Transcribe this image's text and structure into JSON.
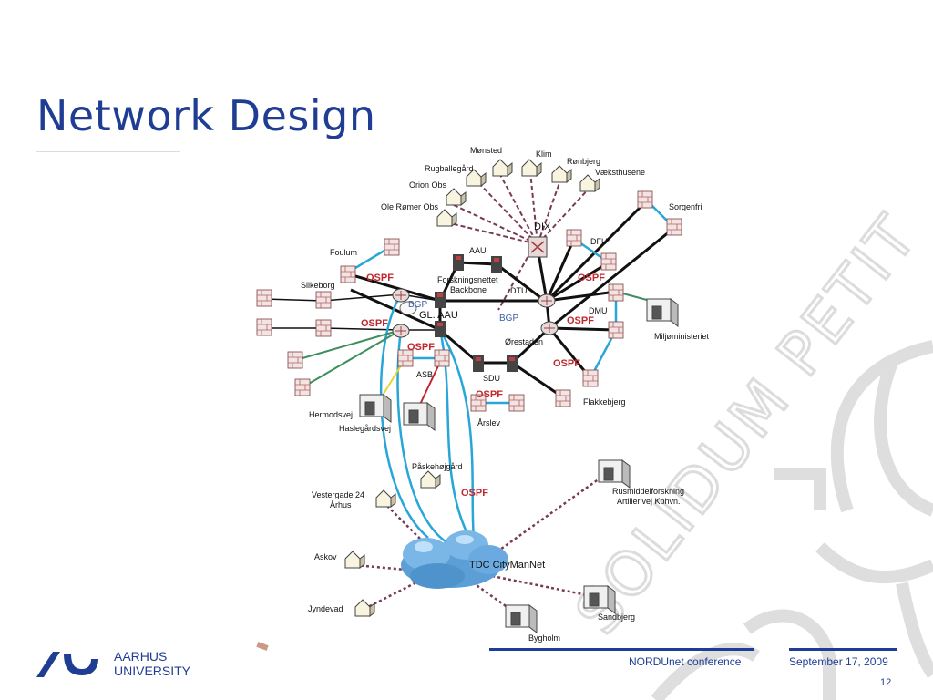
{
  "slide": {
    "title": "Network Design",
    "footer": {
      "university_line1": "AARHUS",
      "university_line2": "UNIVERSITY",
      "conference": "NORDUnet conference",
      "date": "September 17, 2009",
      "page_number": "12"
    },
    "watermark": "SOLIDUM PETIT"
  },
  "diagram": {
    "sites": {
      "monsted": "Mønsted",
      "klim": "Klim",
      "ronbjerg": "Rønbjerg",
      "rugballegard": "Rugballegård",
      "vaeksthusene": "Væksthusene",
      "orion": "Orion Obs",
      "ole_romer": "Ole Rømer Obs",
      "sorgenfri": "Sorgenfri",
      "dix": "DIX",
      "dfu": "DFU",
      "aau": "AAU",
      "foulum": "Foulum",
      "silkeborg": "Silkeborg",
      "backbone": "Forskningsnettet",
      "backbone2": "Backbone",
      "dtu": "DTU",
      "dmu": "DMU",
      "miljo": "Miljøministeriet",
      "glau": "GL. AAU",
      "orestaden": "Ørestaden",
      "asb": "ASB",
      "sdu": "SDU",
      "flakkebjerg": "Flakkebjerg",
      "hermodsvej": "Hermodsvej",
      "haslegardsvej": "Haslegårdsvej",
      "arslev": "Årslev",
      "paskehojgard": "Påskehøjgård",
      "vestergade": "Vestergade 24",
      "arhus": "Århus",
      "rusmiddel": "Rusmiddelforskning",
      "artillerivej": "Artillerivej Kbhvn.",
      "askov": "Askov",
      "tdc": "TDC CityManNet",
      "sandbjerg": "Sandbjerg",
      "jyndevad": "Jyndevad",
      "bygholm": "Bygholm"
    },
    "protocols": {
      "ospf": "OSPF",
      "bgp": "BGP"
    }
  },
  "colors": {
    "brand_blue": "#1f3d93",
    "ospf_red": "#c0282d",
    "bgp_blue": "#3a5ca8",
    "link_cyan": "#29a6d8",
    "link_green": "#3d8f5c",
    "link_dashed": "#7a3a55",
    "watermark": "#dedede"
  }
}
